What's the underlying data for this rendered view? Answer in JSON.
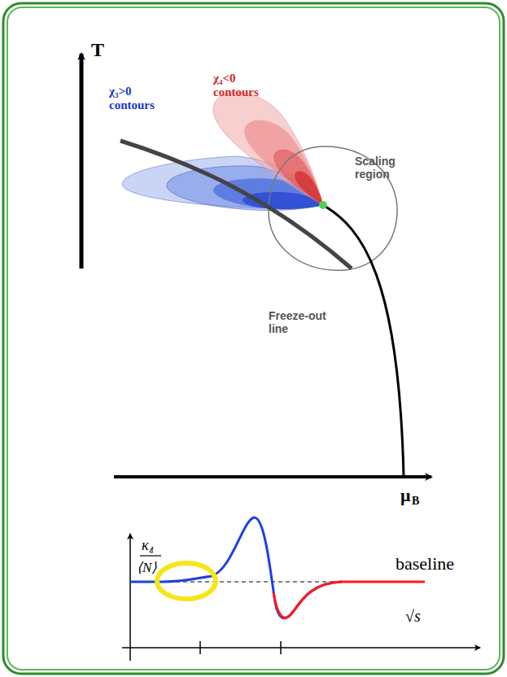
{
  "diagram": {
    "labels": [
      "T",
      "μ",
      "B",
      "χ₃>0 contours",
      "χ₄<0 contours",
      "Scaling region",
      "Freeze-out line",
      "κ₄",
      "⟨N⟩",
      "baseline",
      "√s"
    ]
  }
}
